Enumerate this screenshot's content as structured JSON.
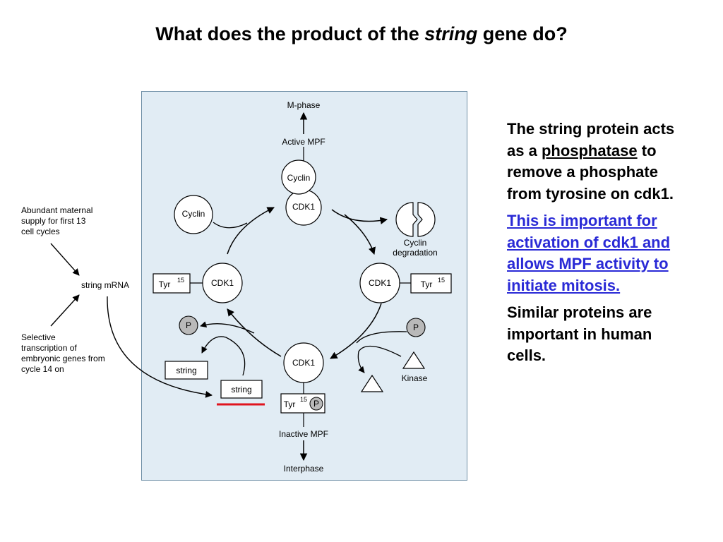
{
  "title": {
    "prefix": "What does the product of the ",
    "italic": "string",
    "suffix": " gene do?"
  },
  "diagram": {
    "m_phase": "M-phase",
    "active_mpf": "Active MPF",
    "cyclin_top": "Cyclin",
    "cdk1_top": "CDK1",
    "cyclin_left": "Cyclin",
    "cyclin_degradation_1": "Cyclin",
    "cyclin_degradation_2": "degradation",
    "tyr_left": "Tyr",
    "tyr_left_sup": "15",
    "cdk1_left": "CDK1",
    "cdk1_right": "CDK1",
    "tyr_right": "Tyr",
    "tyr_right_sup": "15",
    "p_left": "P",
    "p_right": "P",
    "string_box_left": "string",
    "string_box_center": "string",
    "cdk1_bottom": "CDK1",
    "tyr_bottom": "Tyr",
    "tyr_bottom_sup": "15",
    "p_bottom": "P",
    "kinase": "Kinase",
    "inactive_mpf": "Inactive MPF",
    "interphase": "Interphase",
    "abundant_1": "Abundant maternal",
    "abundant_2": "supply for first 13",
    "abundant_3": "cell cycles",
    "string_mrna": "string mRNA",
    "selective_1": "Selective",
    "selective_2": "transcription of",
    "selective_3": "embryonic genes from",
    "selective_4": "cycle 14 on"
  },
  "side": {
    "p1_a": "The string protein acts as a ",
    "p1_link": "phosphatase",
    "p1_b": " to remove a phosphate from tyrosine on cdk1.",
    "p2": "This is important for activation of cdk1 and allows MPF activity to initiate mitosis.",
    "p3": "Similar proteins are important in human cells."
  },
  "colors": {
    "panel_bg": "#e1ecf4",
    "link": "#2a2ad6",
    "highlight": "#e0141e",
    "p_circle": "#b9b9b9"
  }
}
